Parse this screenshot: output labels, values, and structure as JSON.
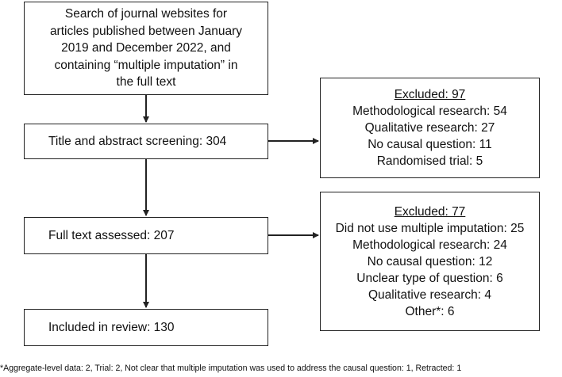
{
  "boxes": {
    "search": {
      "lines": [
        "Search of journal websites for",
        "articles published between January",
        "2019 and December 2022, and",
        "containing “multiple imputation” in",
        "the full text"
      ]
    },
    "title_screening": {
      "label": "Title and abstract screening: 304"
    },
    "full_text": {
      "label": "Full text assessed: 207"
    },
    "included": {
      "label": "Included in review: 130"
    },
    "excluded_1": {
      "heading": "Excluded: 97",
      "items": [
        "Methodological research: 54",
        "Qualitative research: 27",
        "No causal question: 11",
        "Randomised trial: 5"
      ]
    },
    "excluded_2": {
      "heading": "Excluded: 77",
      "items": [
        "Did not use multiple imputation: 25",
        "Methodological research: 24",
        "No causal question: 12",
        "Unclear type of question: 6",
        "Qualitative research: 4",
        "Other*: 6"
      ]
    }
  },
  "footnote": "*Aggregate-level data: 2, Trial: 2, Not clear that multiple imputation was used to address the causal question: 1, Retracted: 1"
}
